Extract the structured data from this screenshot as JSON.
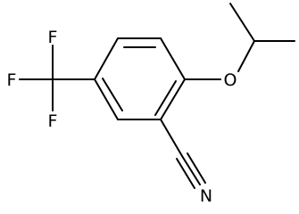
{
  "molecule": {
    "atoms": {
      "oxygen": "O",
      "nitrogen": "N",
      "fluorine_top": "F",
      "fluorine_left": "F",
      "fluorine_bottom": "F"
    }
  }
}
